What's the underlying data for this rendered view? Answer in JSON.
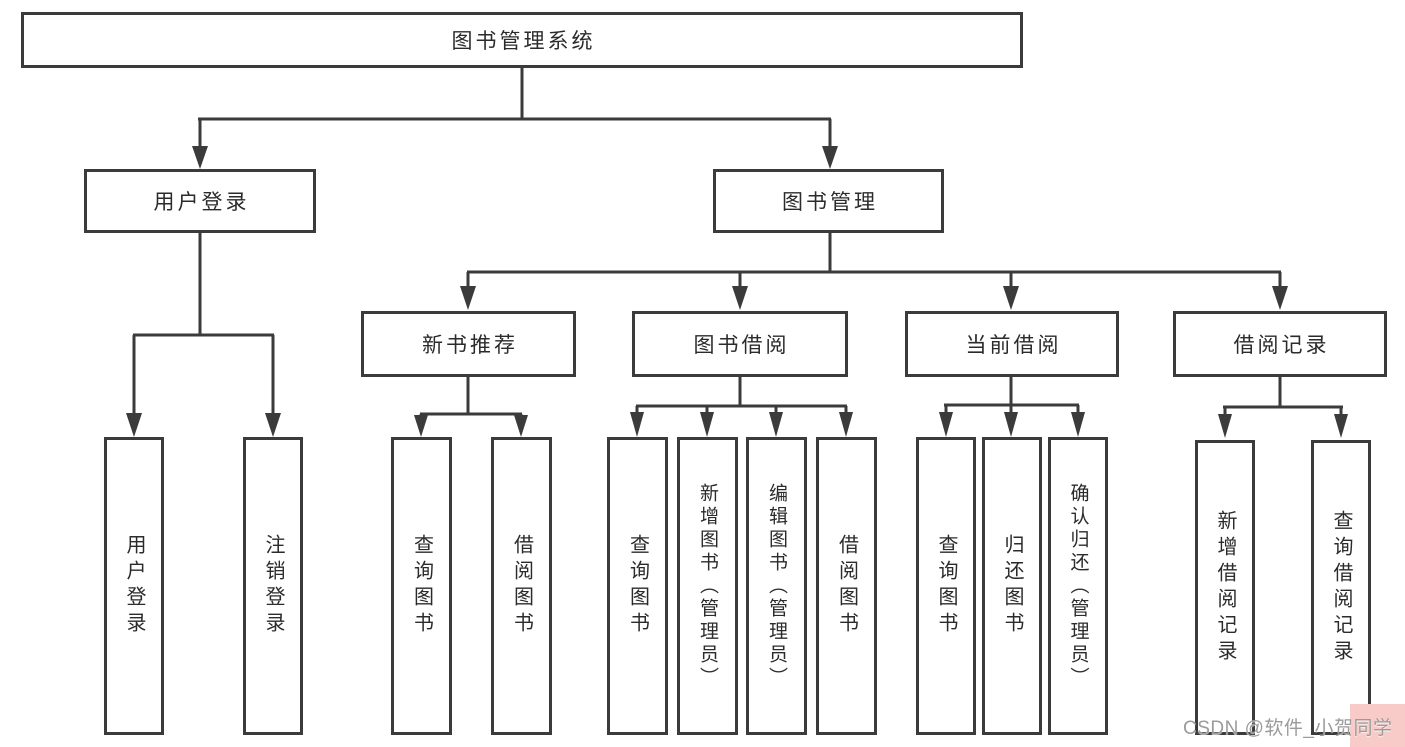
{
  "title": "图书管理系统",
  "colors": {
    "line": "#3b3b3b",
    "box_border": "#3b3b3b",
    "text": "#2b2b2b",
    "background": "#ffffff",
    "watermark_text": "#9b9b9b",
    "watermark_highlight": "#f8cbc9"
  },
  "nodes": {
    "root": "图书管理系统",
    "l2_user": "用户登录",
    "l2_book": "图书管理",
    "l3_new": "新书推荐",
    "l3_borrow": "图书借阅",
    "l3_current": "当前借阅",
    "l3_history": "借阅记录",
    "leaf_user_login": "用户登录",
    "leaf_user_logout": "注销登录",
    "leaf_new_query": "查询图书",
    "leaf_new_borrow": "借阅图书",
    "leaf_borrow_query": "查询图书",
    "leaf_borrow_add": "新增图书（管理员）",
    "leaf_borrow_edit": "编辑图书（管理员）",
    "leaf_borrow_borrow": "借阅图书",
    "leaf_current_query": "查询图书",
    "leaf_current_return": "归还图书",
    "leaf_current_confirm": "确认归还（管理员）",
    "leaf_history_add": "新增借阅记录",
    "leaf_history_query": "查询借阅记录"
  },
  "watermark": "CSDN @软件_小贺同学"
}
